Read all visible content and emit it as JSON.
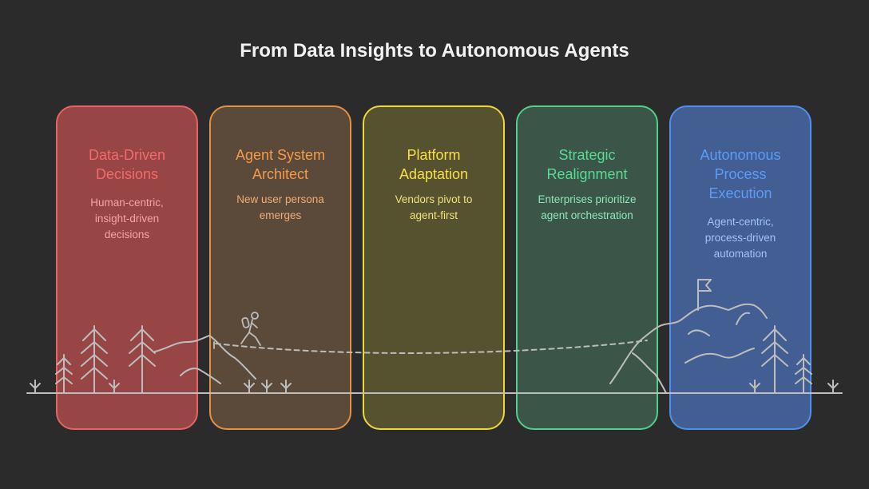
{
  "title": "From Data Insights to Autonomous Agents",
  "stages": [
    {
      "title": "Data-Driven Decisions",
      "description": "Human-centric, insight-driven decisions"
    },
    {
      "title": "Agent System Architect",
      "description": "New user persona emerges"
    },
    {
      "title": "Platform Adaptation",
      "description": "Vendors pivot to agent-first"
    },
    {
      "title": "Strategic Realignment",
      "description": "Enterprises prioritize agent orchestration"
    },
    {
      "title": "Autonomous Process Execution",
      "description": "Agent-centric, process-driven automation"
    }
  ],
  "colors": {
    "background": "#2b2b2b",
    "illustration": "#bdbdbd",
    "stage_borders": [
      "#e36464",
      "#e4913f",
      "#ecd933",
      "#4fd08e",
      "#4f90ee"
    ]
  }
}
